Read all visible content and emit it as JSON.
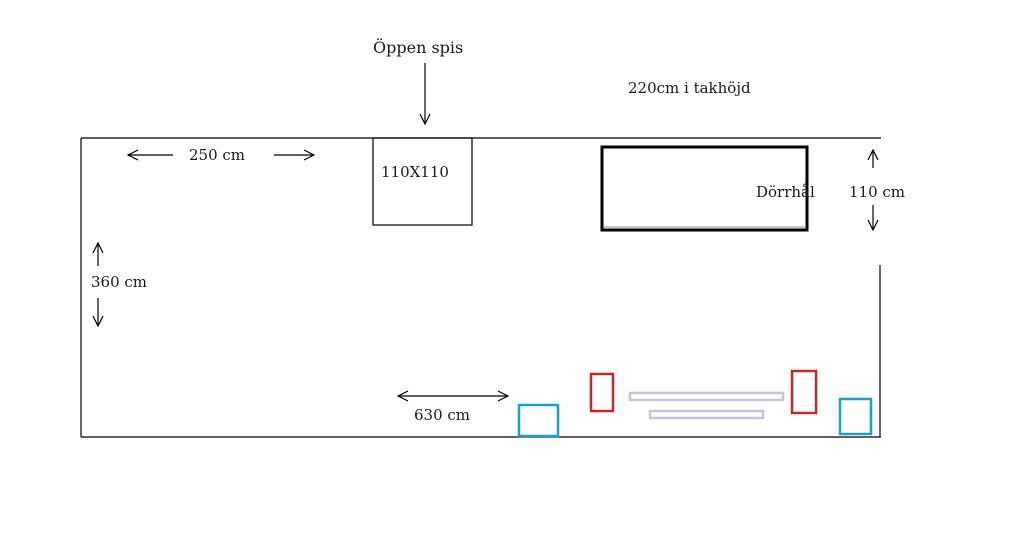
{
  "labels": {
    "fireplace_title": "Öppen spis",
    "ceiling_height": "220cm i takhöjd",
    "fireplace_size": "110X110",
    "door_label": "Dörrhål",
    "door_width": "110 cm",
    "width_top": "250 cm",
    "depth_left": "360 cm",
    "length_bottom": "630 cm"
  },
  "colors": {
    "wall": "#000000",
    "chair_red": "#c0282d",
    "chair_blue": "#1f9fc8",
    "table_lavender": "#c9c3dc",
    "background": "#ffffff"
  }
}
